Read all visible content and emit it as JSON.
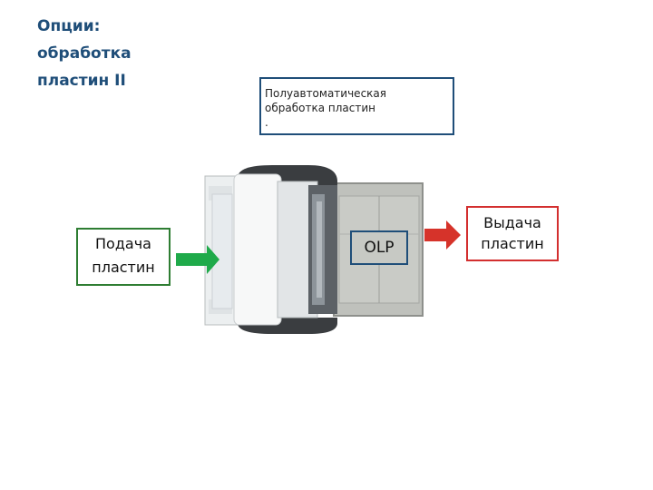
{
  "title": {
    "line1": "Опции:",
    "line2": "обработка",
    "line3": "пластин II"
  },
  "callout": {
    "line1": "Полуавтоматическая",
    "line2": "обработка пластин",
    "line3": "."
  },
  "input_box": {
    "line1": "Подача",
    "line2": "пластин"
  },
  "output_box": {
    "line1": "Выдача",
    "line2": "пластин"
  },
  "olp_label": "OLP",
  "colors": {
    "title": "#1f4e79",
    "input_arrow": "#1faa4a",
    "output_arrow": "#d6332a",
    "callout_border": "#1f4e79"
  }
}
